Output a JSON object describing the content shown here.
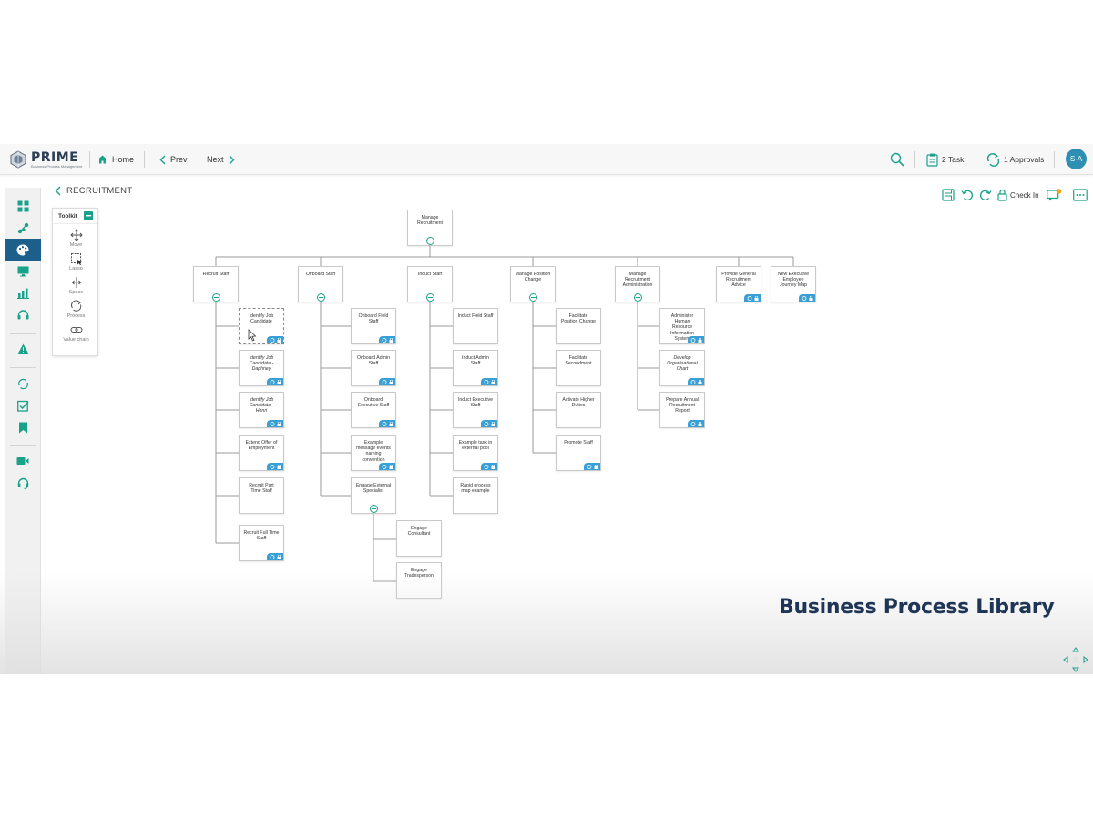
{
  "app": {
    "logo_title": "PRIME",
    "logo_subtitle": "Business Process Management",
    "user_initials": "S-A",
    "accent": "#1aa18a",
    "brand": "#1c5f8a",
    "badge_color": "#3a9fd5"
  },
  "topbar": {
    "home": "Home",
    "prev": "Prev",
    "next": "Next",
    "tasks": "2 Task",
    "approvals": "1 Approvals",
    "icons": [
      "search-icon",
      "clipboard-icon",
      "approvals-icon"
    ]
  },
  "breadcrumb": "RECRUITMENT",
  "actions": {
    "check_in": "Check In",
    "icons": [
      "save-icon",
      "undo-icon",
      "redo-icon",
      "lock-icon",
      "comments-icon",
      "more-icon"
    ]
  },
  "rail": {
    "icons": [
      "grid-icon",
      "share-icon",
      "palette-icon",
      "monitor-icon",
      "bar-chart-icon",
      "headset-icon",
      "alert-triangle-icon",
      "refresh-icon",
      "checkbox-icon",
      "bookmark-icon",
      "video-icon",
      "support-icon"
    ],
    "active_index": 2
  },
  "toolkit": {
    "title": "Toolkit",
    "items": [
      {
        "label": "Move",
        "icon": "move-icon"
      },
      {
        "label": "Lasso",
        "icon": "lasso-icon"
      },
      {
        "label": "Space",
        "icon": "space-icon"
      },
      {
        "label": "Process",
        "icon": "process-icon"
      },
      {
        "label": "Value chain",
        "icon": "link-icon"
      }
    ]
  },
  "diagram": {
    "root": "Manage Recruitment",
    "n_recruit": "Recruit Staff",
    "n_onboard": "Onboard Staff",
    "n_induct": "Induct Staff",
    "n_position": "Manage Position Change",
    "n_admin": "Manage Recruitment Administration",
    "n_advice": "Provide General Recruitment Advice",
    "n_journey": "New Executive Employee Journey Map",
    "r1": "Identify Job Candidate",
    "r2": "Identify Job Candidate - Daphney",
    "r3": "Identify Job Candidate - Henri",
    "r4": "Extend Offer of Employment",
    "r5": "Recruit Part Time Staff",
    "r6": "Recruit Full Time Staff",
    "o1": "Onboard Field Staff",
    "o2": "Onboard Admin Staff",
    "o3": "Onboard Executive Staff",
    "o4": "Example message events naming convention",
    "o5": "Engage External Specialist",
    "e1": "Engage Consultant",
    "e2": "Engage Tradesperson",
    "i1": "Induct Field Staff",
    "i2": "Induct Admin Staff",
    "i3": "Induct Executive Staff",
    "i4": "Example task in external pool",
    "i5": "Rapid process map example",
    "p1": "Facilitate Position Change",
    "p2": "Facilitate Secondment",
    "p3": "Activate Higher Duties",
    "p4": "Promote Staff",
    "a1": "Administer Human Resource Information System",
    "a2": "Develop Organisational Chart",
    "a3": "Prepare Annual Recruitment Report"
  },
  "watermark": "Business Process Library"
}
